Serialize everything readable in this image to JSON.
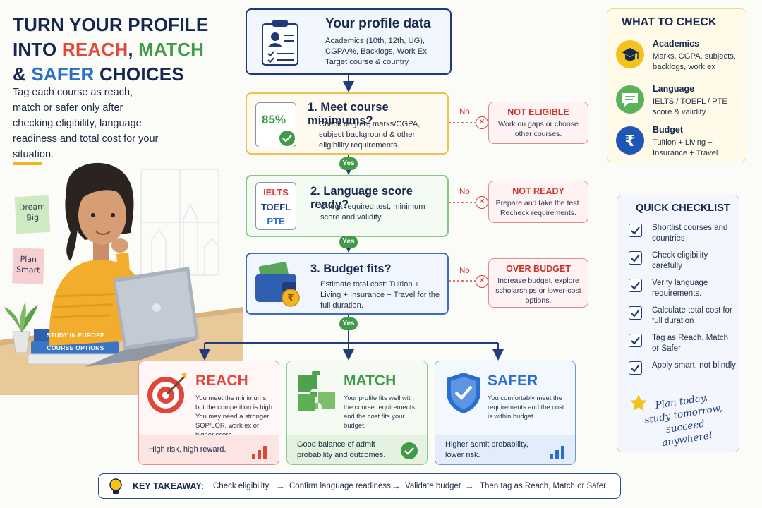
{
  "headline": {
    "line1": "TURN YOUR PROFILE",
    "line2_pre": "INTO ",
    "line2_reach": "REACH",
    "line2_sep": ", ",
    "line2_match": "MATCH",
    "line3_pre": "& ",
    "line3_safer": "SAFER",
    "line3_post": " CHOICES"
  },
  "intro": "Tag each course as reach, match or safer only after checking eligibility, language readiness and total cost for your situation.",
  "illustration": {
    "note_green": "Dream Big",
    "note_pink": "Plan Smart",
    "book1": "STUDY IN EUROPE",
    "book2": "COURSE OPTIONS"
  },
  "profile": {
    "title": "Your profile data",
    "body": "Academics (10th, 12th, UG), CGPA/%, Backlogs, Work Ex, Target course & country"
  },
  "steps": [
    {
      "title": "1. Meet course minimums?",
      "body": "Check degree, marks/CGPA, subject background & other eligibility requirements.",
      "icon_text": "85%",
      "no_label": "No",
      "no_title": "NOT ELIGIBLE",
      "no_body": "Work on gaps or choose other courses."
    },
    {
      "title": "2. Language score ready?",
      "body": "Check required test, minimum score and validity.",
      "icon_lines": [
        "IELTS",
        "TOEFL",
        "PTE"
      ],
      "no_label": "No",
      "no_title": "NOT READY",
      "no_body": "Prepare and take the test. Recheck requirements."
    },
    {
      "title": "3. Budget fits?",
      "body": "Estimate total cost: Tuition + Living + Insurance + Travel for the full duration.",
      "no_label": "No",
      "no_title": "OVER BUDGET",
      "no_body": "Increase budget, explore scholarships or lower-cost options."
    }
  ],
  "yes_label": "Yes",
  "outcomes": [
    {
      "name": "REACH",
      "text": "You meet the minimums but the competition is high. You may need a stronger SOP/LOR, work ex or higher score.",
      "footer": "High risk, high reward.",
      "color": "#e0463a"
    },
    {
      "name": "MATCH",
      "text": "Your profile fits well with the course requirements and the cost fits your budget.",
      "footer": "Good balance of admit probability and outcomes.",
      "color": "#3f9b48"
    },
    {
      "name": "SAFER",
      "text": "You comfortably meet the requirements and the cost is within budget.",
      "footer": "Higher admit probability, lower risk.",
      "color": "#2a6fd0"
    }
  ],
  "what_to_check": {
    "title": "WHAT TO CHECK",
    "items": [
      {
        "name": "Academics",
        "desc": "Marks, CGPA, subjects, backlogs, work ex",
        "icon": "graduation-cap-icon"
      },
      {
        "name": "Language",
        "desc": "IELTS / TOEFL / PTE score & validity",
        "icon": "speech-bubble-icon"
      },
      {
        "name": "Budget",
        "desc": "Tuition + Living + Insurance + Travel",
        "icon": "rupee-icon"
      }
    ]
  },
  "quick_checklist": {
    "title": "QUICK CHECKLIST",
    "items": [
      "Shortlist courses and countries",
      "Check eligibility carefully",
      "Verify language requirements.",
      "Calculate total cost for full duration",
      "Tag as Reach, Match or Safer",
      "Apply smart, not blindly"
    ]
  },
  "quote": {
    "line1": "Plan today,",
    "line2": "study tomorrow,",
    "line3": "succeed anywhere!"
  },
  "takeaway": {
    "label": "KEY TAKEAWAY:",
    "steps": [
      "Check eligibility",
      "Confirm language readiness",
      "Validate budget",
      "Then tag as Reach, Match or Safer."
    ],
    "arrow": "→"
  },
  "colors": {
    "navy": "#16284f",
    "reach": "#e0463a",
    "match": "#3f9b48",
    "safer": "#2a6fd0",
    "accent": "#f3b51f"
  }
}
